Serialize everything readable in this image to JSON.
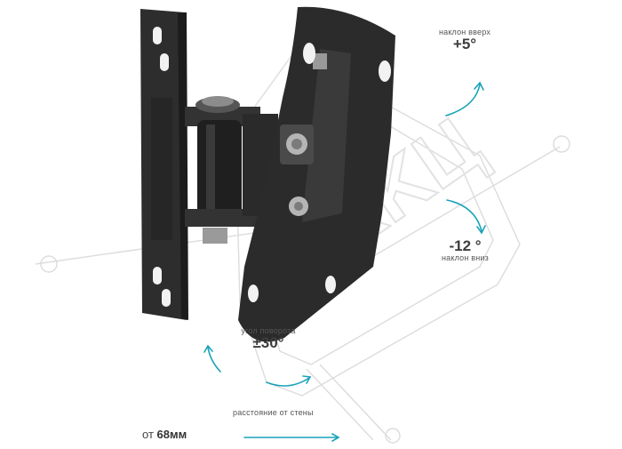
{
  "tilt_up": {
    "label": "наклон вверх",
    "value": "+5°"
  },
  "tilt_down": {
    "value": "-12 °",
    "label": "наклон вниз"
  },
  "rotation": {
    "label": "угол поворота",
    "value": "±30°"
  },
  "distance": {
    "caption": "расстояние от стены",
    "prefix": "от",
    "value": "68мм"
  },
  "colors": {
    "accent": "#1aa3b8",
    "metal": "#2b2b2b",
    "line": "#d7d7d7"
  },
  "watermark": "KKЦ"
}
